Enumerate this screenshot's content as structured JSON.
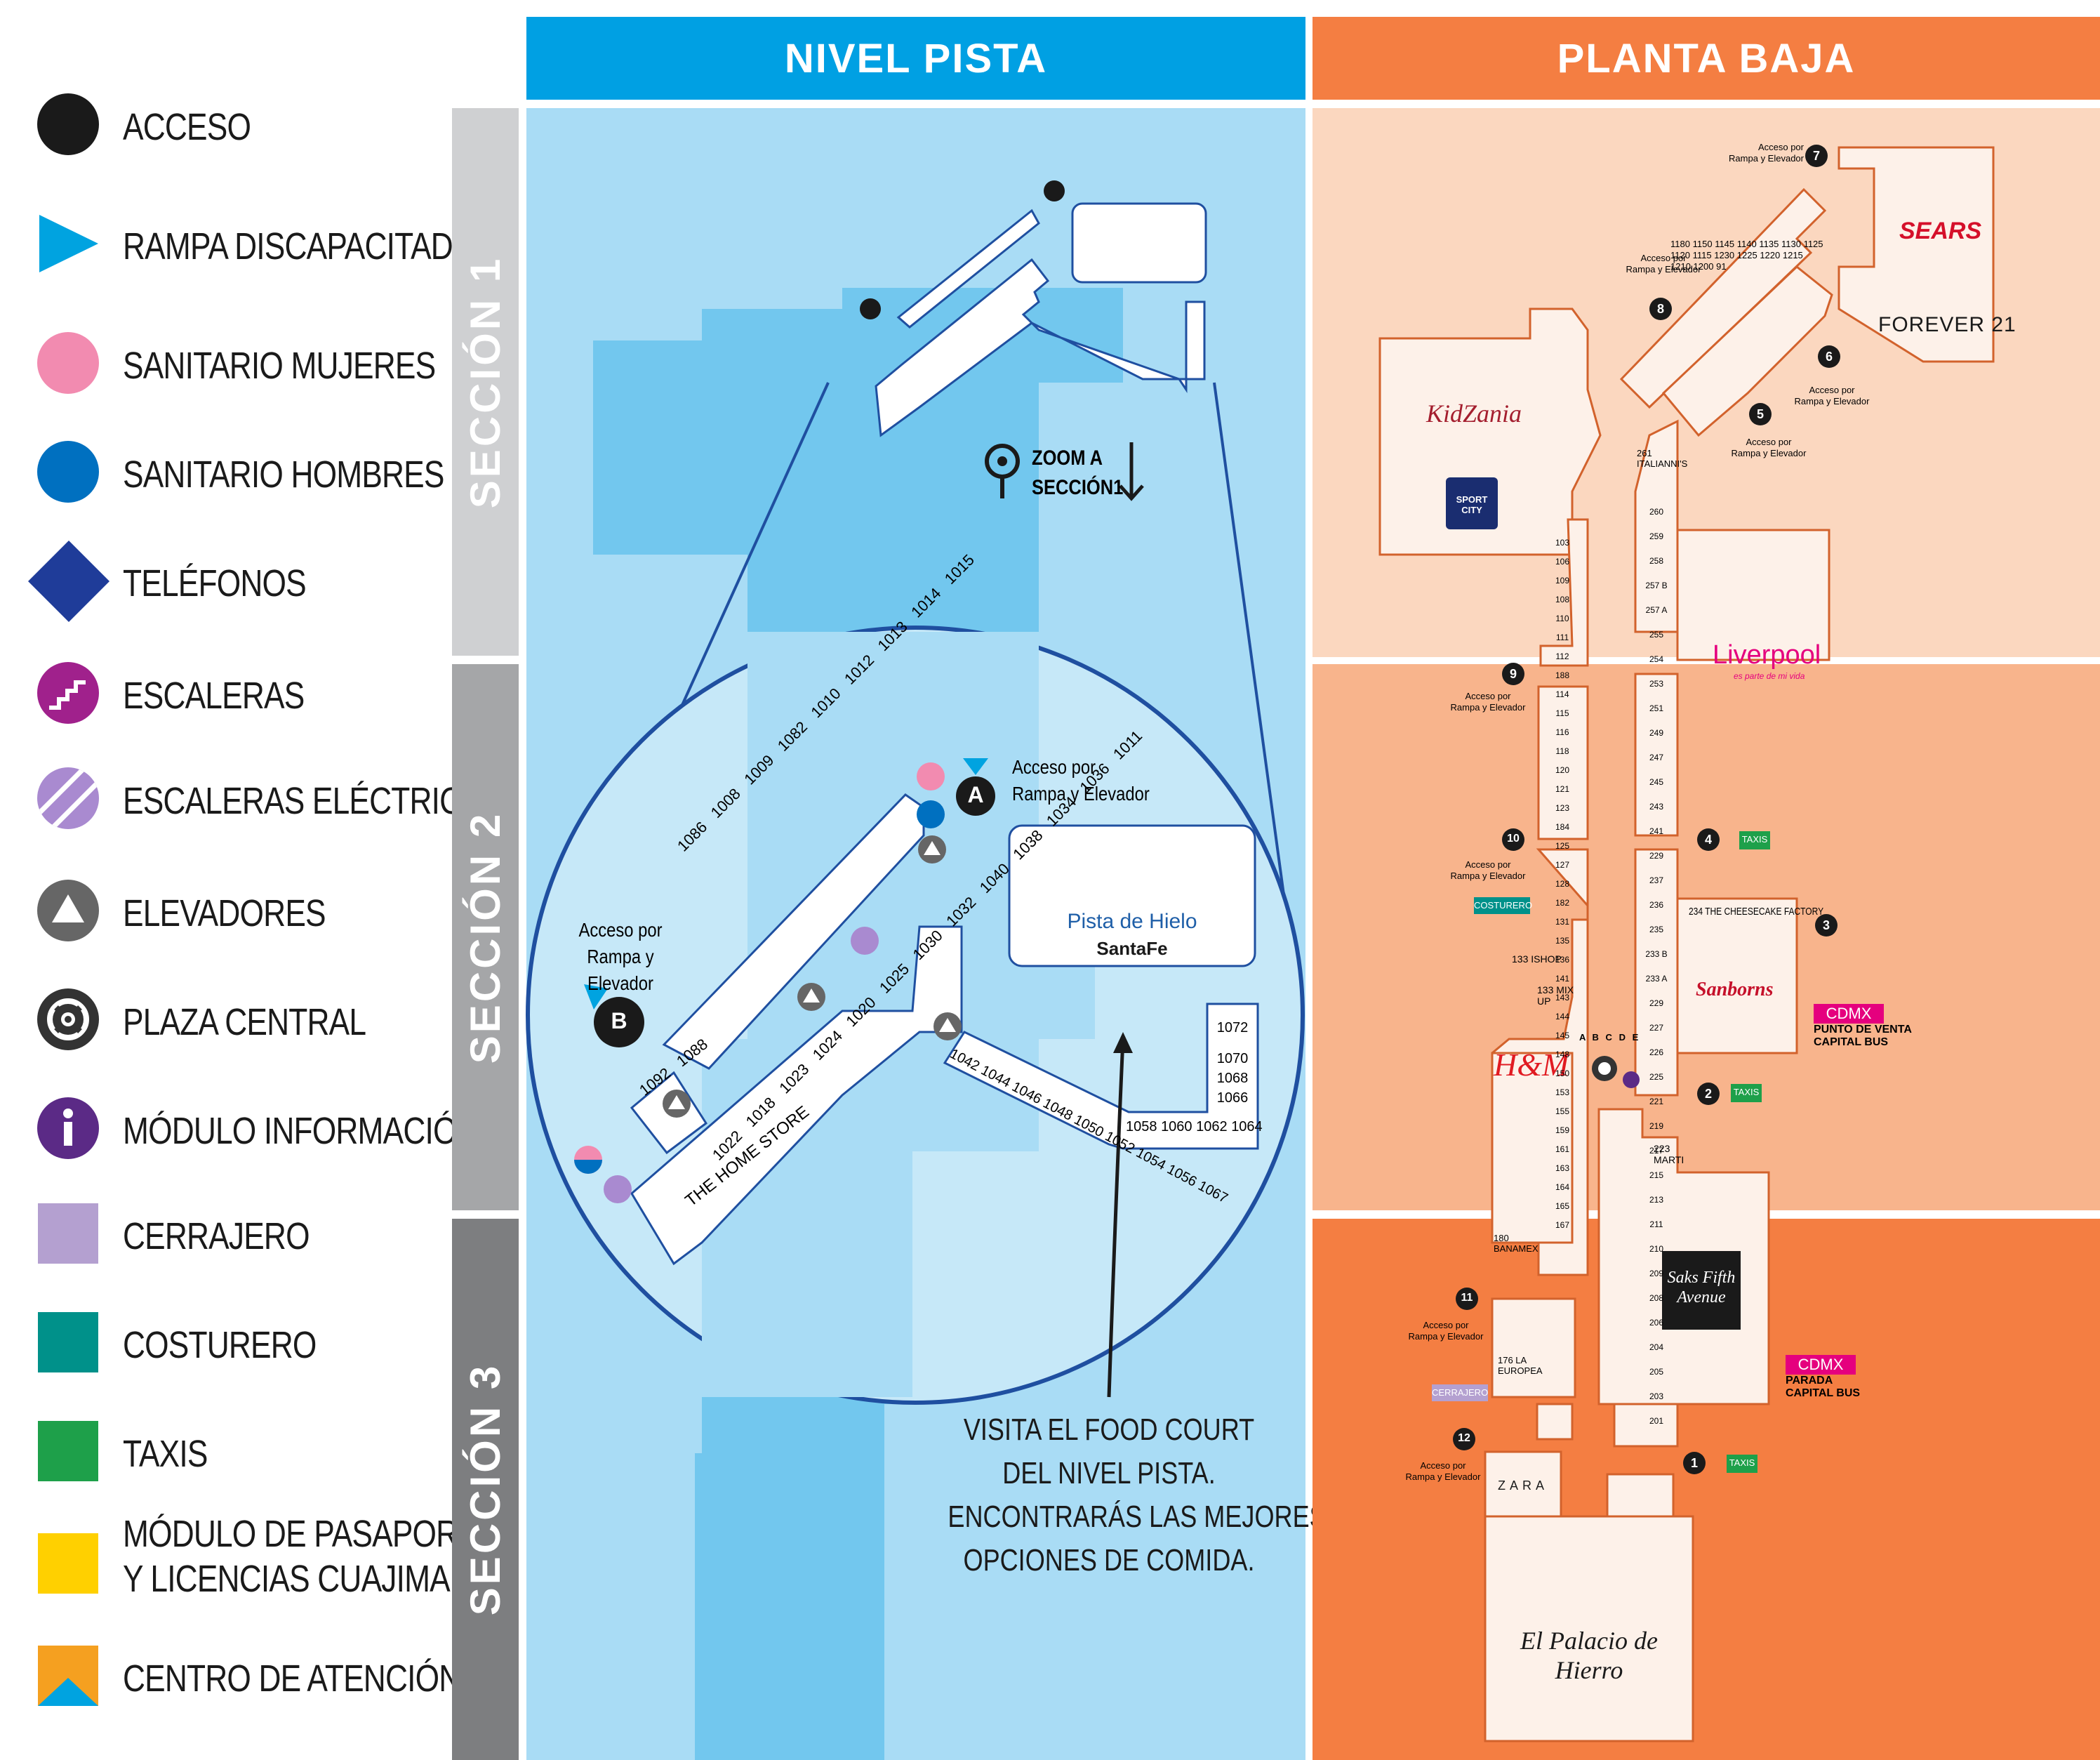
{
  "headers": {
    "nivel_pista": "NIVEL PISTA",
    "planta_baja": "PLANTA BAJA"
  },
  "sections": [
    "SECCIÓN 1",
    "SECCIÓN 2",
    "SECCIÓN 3"
  ],
  "legend": [
    {
      "icon": "black-circle-icon",
      "label": "ACCESO",
      "color": "#1a1a1a"
    },
    {
      "icon": "blue-triangle-icon",
      "label": "RAMPA DISCAPACITADOS",
      "color": "#00a3e0"
    },
    {
      "icon": "pink-circle-icon",
      "label": "SANITARIO MUJERES",
      "color": "#f28bb0"
    },
    {
      "icon": "blue-circle-icon",
      "label": "SANITARIO HOMBRES",
      "color": "#0070c0"
    },
    {
      "icon": "diamond-icon",
      "label": "TELÉFONOS",
      "color": "#1f3c99"
    },
    {
      "icon": "stairs-icon",
      "label": "ESCALERAS",
      "color": "#a0218c"
    },
    {
      "icon": "escalator-icon",
      "label": "ESCALERAS ELÉCTRICAS",
      "color": "#a98ad0"
    },
    {
      "icon": "elevator-icon",
      "label": "ELEVADORES",
      "color": "#666666"
    },
    {
      "icon": "plaza-central-icon",
      "label": "PLAZA CENTRAL",
      "color": "#333333"
    },
    {
      "icon": "info-icon",
      "label": "MÓDULO INFORMACIÓN",
      "color": "#5b2a86"
    },
    {
      "icon": "locksmith-square-icon",
      "label": "CERRAJERO",
      "color": "#b4a0d0"
    },
    {
      "icon": "tailor-square-icon",
      "label": "COSTURERO",
      "color": "#00918a"
    },
    {
      "icon": "taxi-square-icon",
      "label": "TAXIS",
      "color": "#1ea04a"
    },
    {
      "icon": "passport-square-icon",
      "label": "MÓDULO DE PASAPORTES",
      "label2": "Y LICENCIAS CUAJIMALPA",
      "color": "#ffd000"
    },
    {
      "icon": "service-center-icon",
      "label": "CENTRO DE ATENCIÓN",
      "color": "#f5a020"
    }
  ],
  "nivel_pista": {
    "zoom_label_1": "ZOOM A",
    "zoom_label_2": "SECCIÓN1",
    "access_a": "A",
    "access_b": "B",
    "access_note_1": "Acceso por",
    "access_note_2": "Rampa y Elevador",
    "rink_name": "Pista de Hielo",
    "rink_brand": "SantaFe",
    "home_store": "THE HOME STORE",
    "stores_upper": [
      "1015",
      "1014",
      "1013",
      "1012",
      "1010",
      "1009",
      "1008",
      "1082",
      "1086"
    ],
    "stores_mid": [
      "1011",
      "1036",
      "1034",
      "1038",
      "1040",
      "1032",
      "1030",
      "1025",
      "1020",
      "1024",
      "1023",
      "1018",
      "1022"
    ],
    "stores_lower": [
      "1042",
      "1044",
      "1046",
      "1048",
      "1050",
      "1052",
      "1054",
      "1056",
      "1067",
      "1058",
      "1060",
      "1062",
      "1064"
    ],
    "stores_right": [
      "1072",
      "1070",
      "1068",
      "1066"
    ],
    "stores_left": [
      "1088",
      "1092"
    ],
    "food_note": [
      "VISITA EL FOOD COURT",
      "DEL NIVEL PISTA.",
      "ENCONTRARÁS LAS MEJORES",
      "OPCIONES DE COMIDA."
    ]
  },
  "planta_baja": {
    "anchors": [
      "SEARS",
      "FOREVER 21",
      "KidZania",
      "SPORT CITY",
      "Liverpool",
      "Sanborns",
      "H&M",
      "Saks Fifth Avenue",
      "ZARA",
      "El Palacio de Hierro",
      "234 THE CHEESECAKE FACTORY",
      "133 ISHOP",
      "133 MIX UP",
      "223 MARTI",
      "261 ITALIANNI'S",
      "180 BANAMEX",
      "176 LA EUROPEA"
    ],
    "liverpool_tag": "es parte de mi vida",
    "access_points": [
      "1",
      "2",
      "3",
      "4",
      "5",
      "6",
      "7",
      "8",
      "9",
      "10",
      "11",
      "12"
    ],
    "access_note_1": "Acceso por",
    "access_note_2": "Rampa y Elevador",
    "taxis": "TAXIS",
    "costurero": "COSTURERO",
    "cerrajero": "CERRAJERO",
    "cdmx_1": {
      "brand": "CDMX",
      "line1": "PUNTO DE VENTA",
      "line2": "CAPITAL BUS"
    },
    "cdmx_2": {
      "brand": "CDMX",
      "line1": "PARADA",
      "line2": "CAPITAL BUS"
    },
    "stores_top": [
      "1180",
      "1150",
      "1145",
      "1140",
      "1135",
      "1130",
      "1125",
      "1120",
      "1115",
      "1230",
      "1225",
      "1220",
      "1215",
      "1210",
      "1200",
      "91"
    ],
    "stores_col_left": [
      "103",
      "106",
      "109",
      "108",
      "110",
      "111",
      "112",
      "188",
      "114",
      "115",
      "116",
      "118",
      "120",
      "121",
      "123",
      "184",
      "125",
      "127",
      "128",
      "182",
      "131",
      "135",
      "136",
      "141",
      "143",
      "144",
      "145",
      "148",
      "150",
      "153",
      "155",
      "159",
      "161",
      "163",
      "164",
      "165",
      "167"
    ],
    "stores_col_right": [
      "260",
      "259",
      "258",
      "257 B",
      "257 A",
      "255",
      "254",
      "253",
      "251",
      "249",
      "247",
      "245",
      "243",
      "241",
      "229",
      "237",
      "236",
      "235",
      "233 B",
      "233 A",
      "229",
      "227",
      "226",
      "225",
      "221",
      "219",
      "217",
      "215",
      "213",
      "211",
      "210",
      "209",
      "208",
      "206",
      "204",
      "205",
      "203",
      "201"
    ],
    "corner_letters": [
      "A",
      "B",
      "C",
      "D",
      "E"
    ]
  }
}
